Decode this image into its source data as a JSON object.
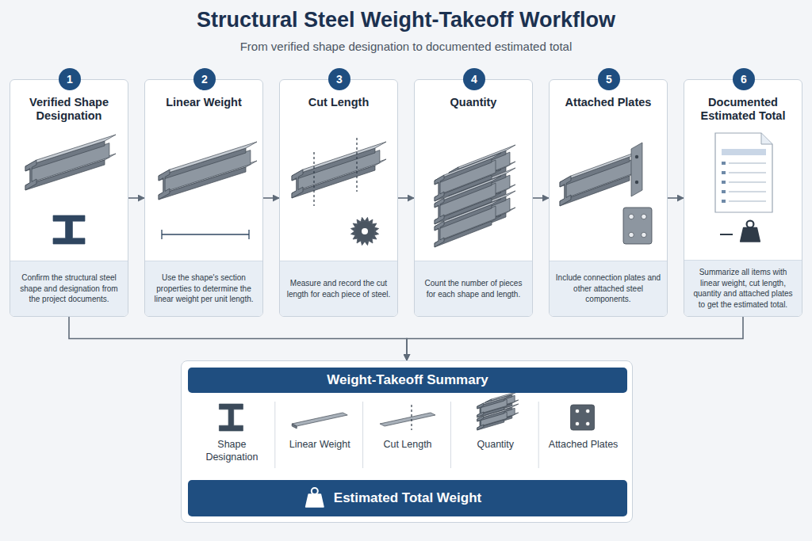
{
  "diagram": {
    "title": "Structural Steel Weight-Takeoff Workflow",
    "nodes": [
      {
        "text": [
          "Verified Shape Designation",
          "Confirm the structural steel shape and designation from the project documents."
        ]
      },
      {
        "text": [
          "1"
        ],
        "in": 0
      },
      {
        "text": [
          "Linear Weight",
          "Use the shape's section properties to determine the linear weight per unit length."
        ]
      },
      {
        "text": [
          "2"
        ],
        "in": 2
      },
      {
        "text": [
          "Cut Length",
          "Measure and record the cut length for each piece of steel."
        ]
      },
      {
        "text": [
          "3"
        ],
        "in": 4
      },
      {
        "text": [
          "Quantity",
          "Count the number of pieces for each shape and length."
        ]
      },
      {
        "text": [
          "4"
        ],
        "in": 6
      },
      {
        "text": [
          "Attached Plates",
          "Include connection plates and other attached steel components."
        ]
      },
      {
        "text": [
          "5"
        ],
        "in": 8
      },
      {
        "text": [
          "Documented Estimated Total",
          "Summarize all items with linear weight, cut length, quantity and attached plates to get the estimated total."
        ]
      },
      {
        "text": [
          "6"
        ],
        "in": 10
      },
      {
        "text": [
          "Shape Designation",
          "Linear Weight",
          "Cut Length",
          "Quantity",
          "Attached Plates"
        ]
      },
      {
        "text": [
          "Weight-Takeoff Summary"
        ],
        "in": 12
      },
      {
        "text": [
          "Estimated Total Weight"
        ],
        "in": 12
      }
    ],
    "edges": [
      {
        "from": 0,
        "to": 2,
        "arrow": "to"
      },
      {
        "from": 2,
        "to": 4,
        "arrow": "to"
      },
      {
        "from": 4,
        "to": 6,
        "arrow": "to"
      },
      {
        "from": 6,
        "to": 8,
        "arrow": "to"
      },
      {
        "from": 8,
        "to": 10,
        "arrow": "to"
      },
      {
        "from": 0,
        "to": 12,
        "arrow": "to"
      },
      {
        "from": 10,
        "to": 12,
        "arrow": "to"
      }
    ],
    "labels": [
      "From verified shape designation to documented estimated total"
    ]
  }
}
